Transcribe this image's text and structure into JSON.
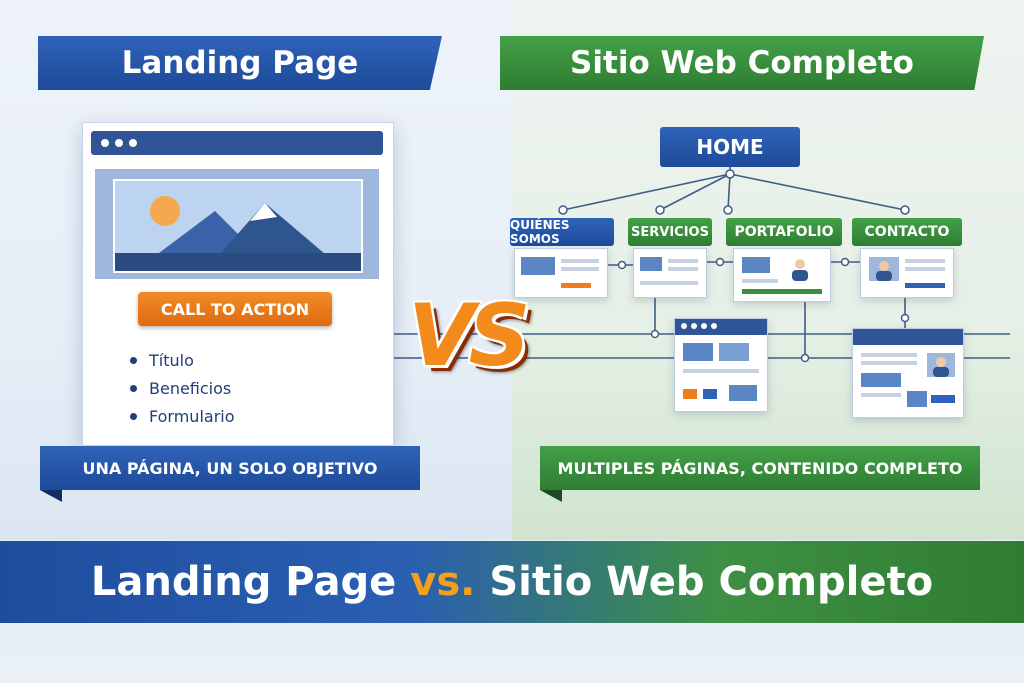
{
  "left": {
    "title": "Landing Page",
    "cta_label": "CALL TO ACTION",
    "bullets": [
      "Título",
      "Beneficios",
      "Formulario"
    ],
    "caption": "UNA PÁGINA, UN SOLO OBJETIVO"
  },
  "vs_label": "VS",
  "right": {
    "title": "Sitio Web Completo",
    "home": "HOME",
    "pages": [
      "QUIÉNES SOMOS",
      "SERVICIOS",
      "PORTAFOLIO",
      "CONTACTO"
    ],
    "caption": "MULTIPLES PÁGINAS, CONTENIDO COMPLETO"
  },
  "bottom": {
    "left": "Landing Page",
    "vs": "vs.",
    "right": "Sitio Web Completo"
  },
  "colors": {
    "blue": "#1e4a99",
    "green": "#2e7d32",
    "orange": "#f28a1c"
  }
}
